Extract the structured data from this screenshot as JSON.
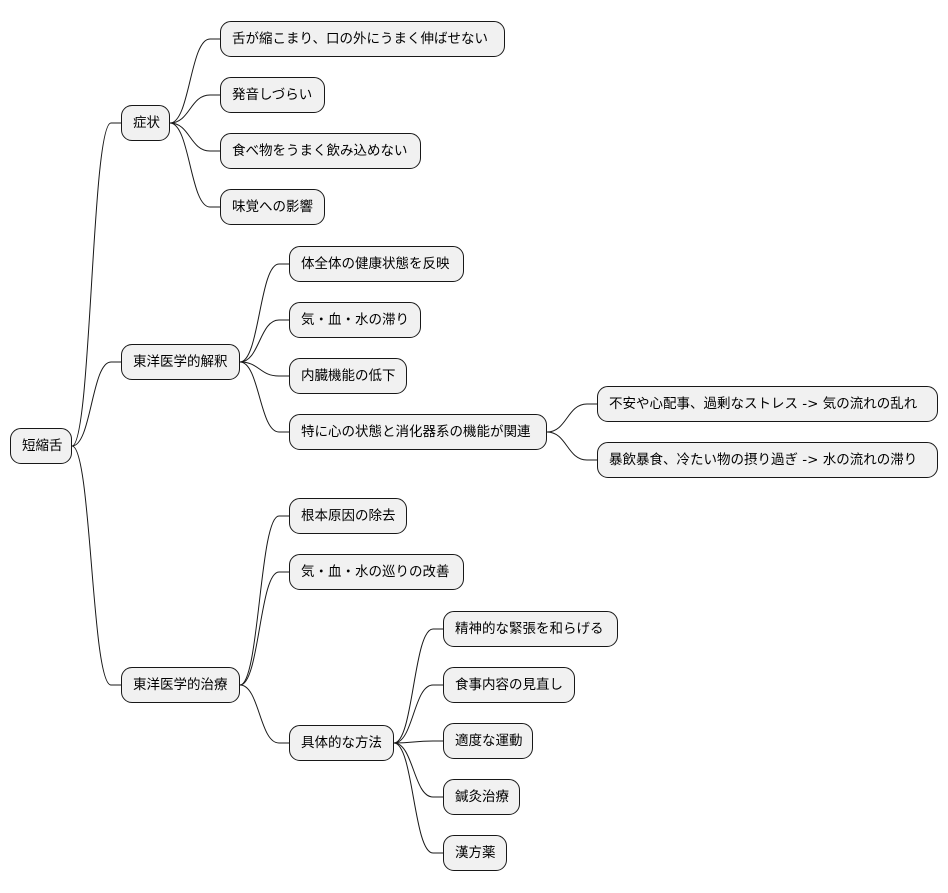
{
  "mindmap": {
    "root": "短縮舌",
    "symptoms": {
      "label": "症状",
      "items": [
        "舌が縮こまり、口の外にうまく伸ばせない",
        "発音しづらい",
        "食べ物をうまく飲み込めない",
        "味覚への影響"
      ]
    },
    "interpretation": {
      "label": "東洋医学的解釈",
      "items": [
        "体全体の健康状態を反映",
        "気・血・水の滞り",
        "内臓機能の低下",
        "特に心の状態と消化器系の機能が関連"
      ],
      "related_causes": [
        "不安や心配事、過剰なストレス -> 気の流れの乱れ",
        "暴飲暴食、冷たい物の摂り過ぎ -> 水の流れの滞り"
      ]
    },
    "treatment": {
      "label": "東洋医学的治療",
      "items": [
        "根本原因の除去",
        "気・血・水の巡りの改善",
        "具体的な方法"
      ],
      "methods": [
        "精神的な緊張を和らげる",
        "食事内容の見直し",
        "適度な運動",
        "鍼灸治療",
        "漢方薬"
      ]
    }
  },
  "colors": {
    "node_fill": "#f1f1f1",
    "node_border": "#181818",
    "connector": "#181818",
    "background": "#ffffff"
  }
}
